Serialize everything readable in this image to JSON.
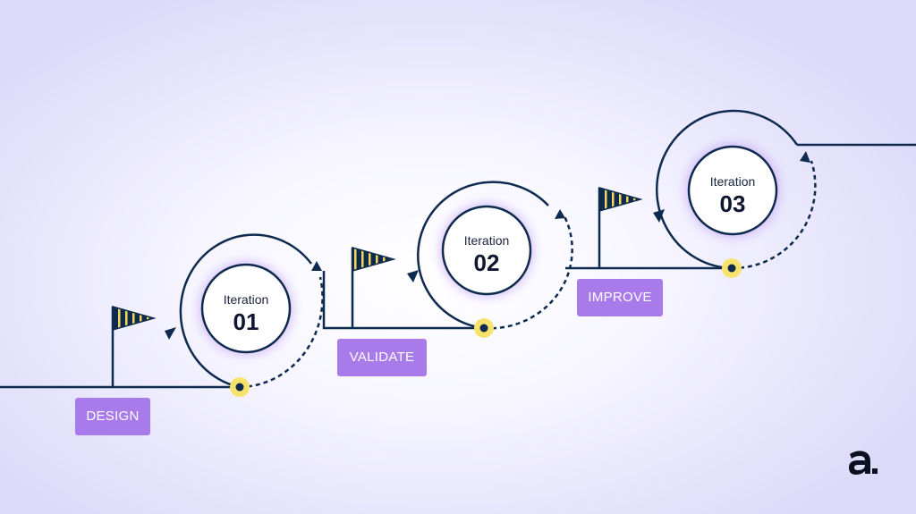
{
  "stages": {
    "design": "DESIGN",
    "validate": "VALIDATE",
    "improve": "IMPROVE"
  },
  "iterations": [
    {
      "label": "Iteration",
      "number": "01"
    },
    {
      "label": "Iteration",
      "number": "02"
    },
    {
      "label": "Iteration",
      "number": "03"
    }
  ],
  "colors": {
    "line": "#0e2a4f",
    "tag": "#a97bea",
    "marker": "#f7e36b",
    "flag_stripe": "#f2d85a"
  },
  "icons": [
    "flag-icon",
    "brand-logo-icon"
  ]
}
